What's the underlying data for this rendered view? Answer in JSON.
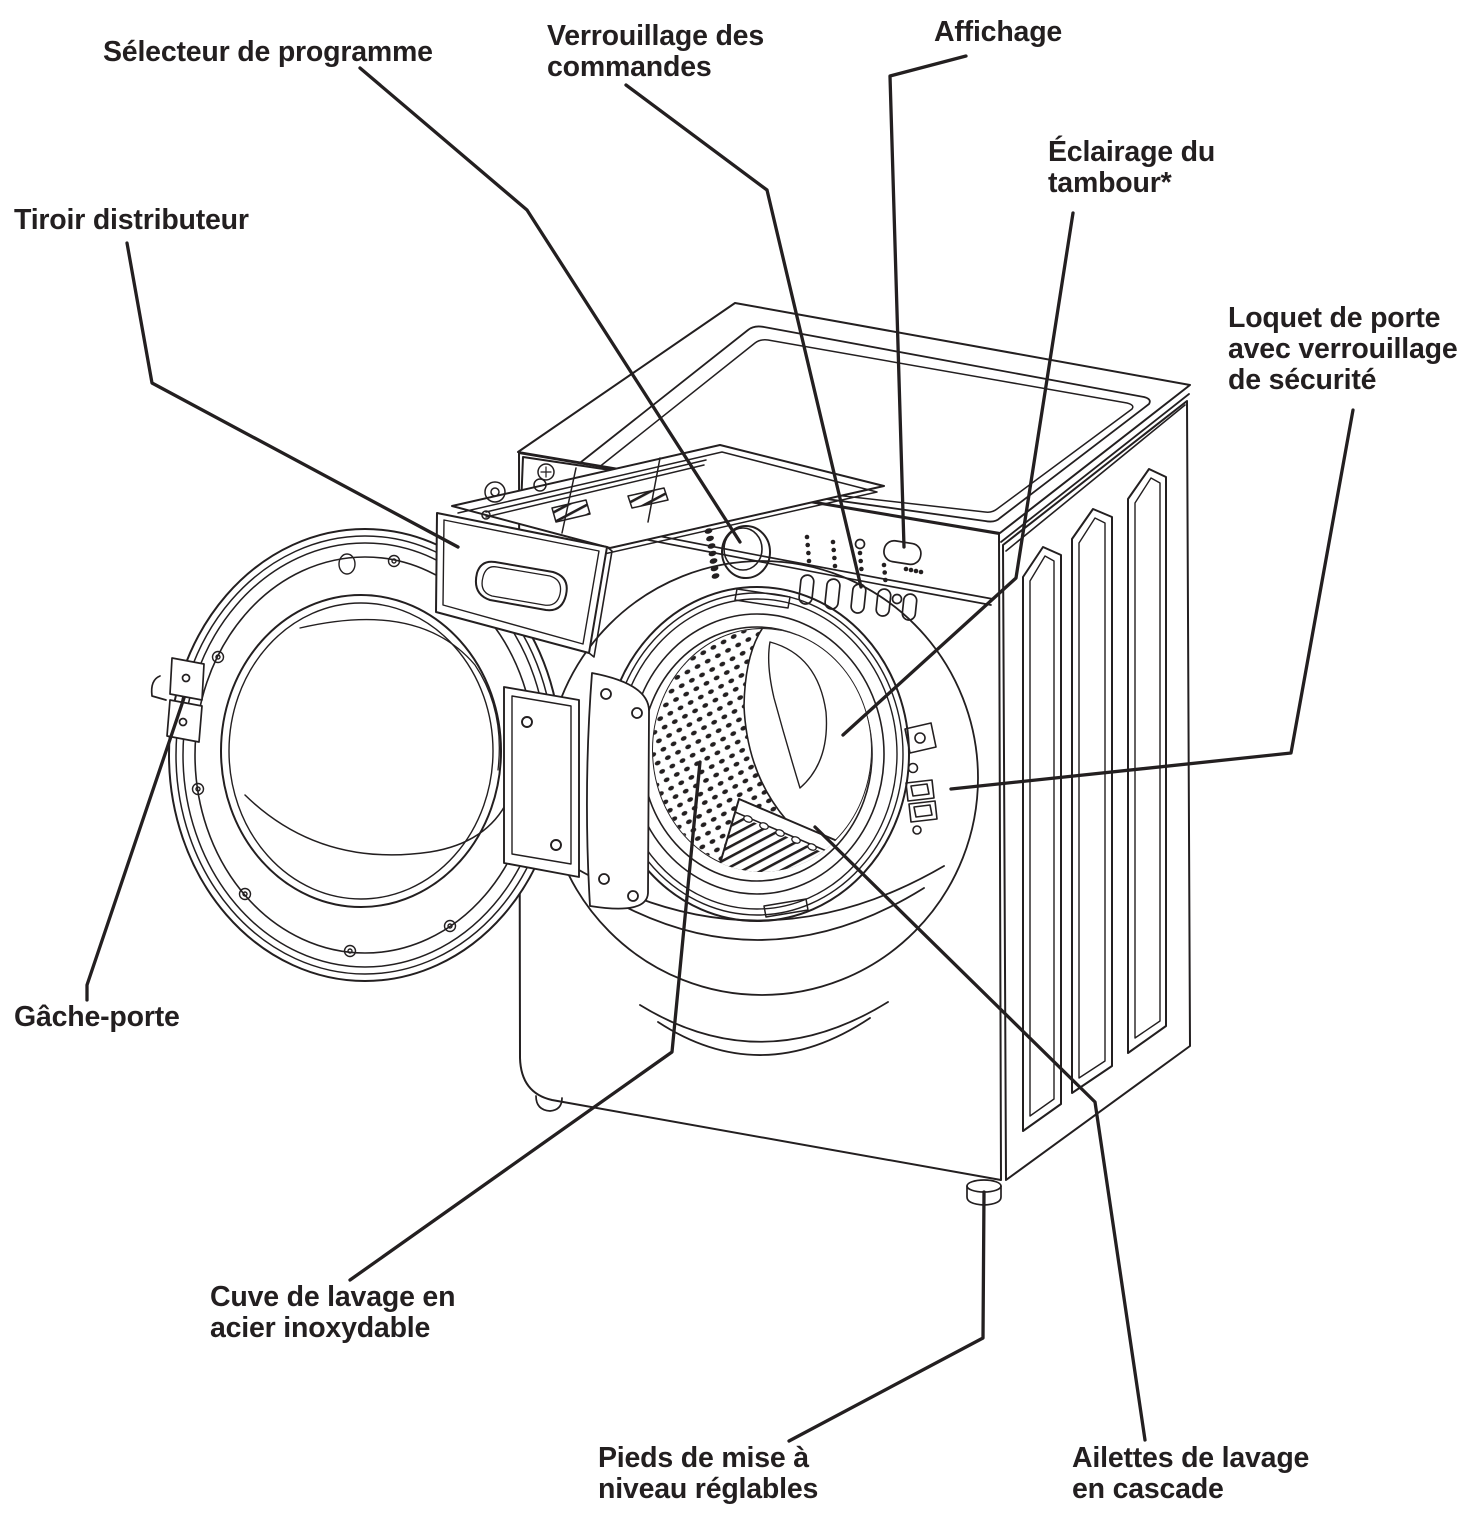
{
  "diagram": {
    "kind": "washer-parts-callout-diagram",
    "language": "fr",
    "colors": {
      "outline": "#231f20",
      "background": "#ffffff",
      "text": "#231f20"
    }
  },
  "labels": [
    {
      "id": "program-selector",
      "lines": [
        "Sélecteur de programme"
      ]
    },
    {
      "id": "control-lock",
      "lines": [
        "Verrouillage des",
        "commandes"
      ]
    },
    {
      "id": "display",
      "lines": [
        "Affichage"
      ]
    },
    {
      "id": "drum-light",
      "lines": [
        "Éclairage du",
        "tambour*"
      ]
    },
    {
      "id": "dispenser-drawer",
      "lines": [
        "Tiroir distributeur"
      ]
    },
    {
      "id": "door-latch-lock",
      "lines": [
        "Loquet de porte",
        "avec verrouillage",
        "de sécurité"
      ]
    },
    {
      "id": "door-strike",
      "lines": [
        "Gâche-porte"
      ]
    },
    {
      "id": "stainless-tub",
      "lines": [
        "Cuve de lavage en",
        "acier inoxydable"
      ]
    },
    {
      "id": "leveling-feet",
      "lines": [
        "Pieds de mise à",
        "niveau réglables"
      ]
    },
    {
      "id": "cascade-vanes",
      "lines": [
        "Ailettes de lavage",
        "en cascade"
      ]
    }
  ]
}
